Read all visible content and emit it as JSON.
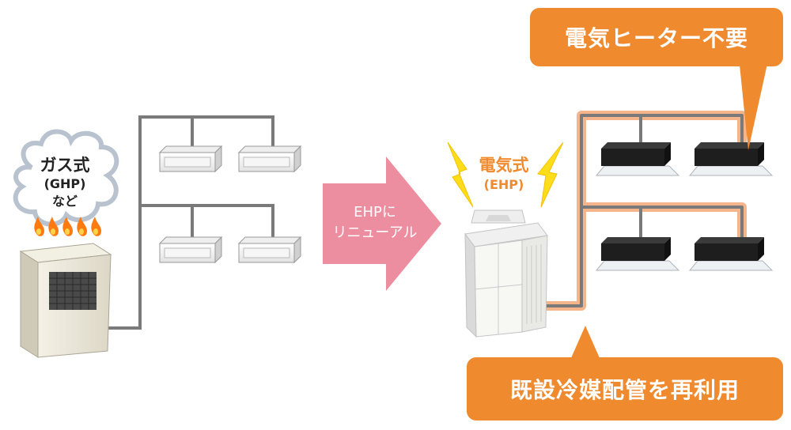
{
  "gas_label": {
    "line1": "ガス式",
    "line2": "(GHP)",
    "line3": "など"
  },
  "arrow_label": {
    "line1": "EHPに",
    "line2": "リニューアル"
  },
  "ehp_label": {
    "line1": "電気式",
    "line2": "(EHP)"
  },
  "callout_top": "電気ヒーター不要",
  "callout_bottom": "既設冷媒配管を再利用",
  "colors": {
    "pipe": "#7a7a7a",
    "pipe_highlight": "#f6b48a",
    "orange": "#f08a2e",
    "arrow": "#ec8ea0",
    "lightning": "#ffdd1a",
    "flame": "#ff7a10",
    "cloud_stroke": "#b9c3cf"
  }
}
